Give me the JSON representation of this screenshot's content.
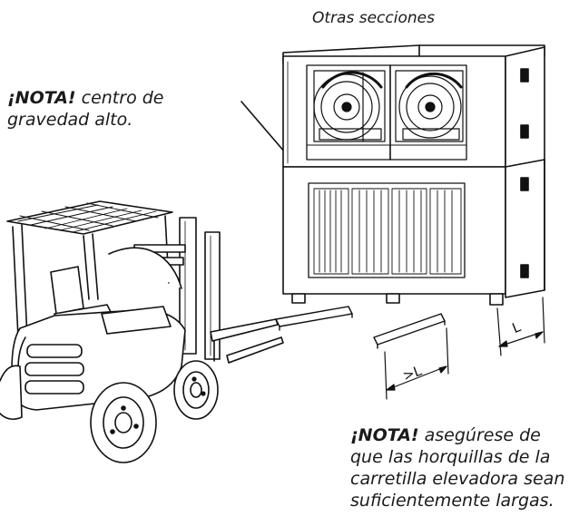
{
  "caption": "Otras secciones",
  "note_top": {
    "prefix": "¡NOTA!",
    "text": "centro de gravedad alto."
  },
  "note_bottom": {
    "prefix": "¡NOTA!",
    "text": "asegúrese de que las horquillas de la carretilla elevadora sean suficientemente largas."
  },
  "dimension_unit": "L",
  "dimension_fork": ">L"
}
